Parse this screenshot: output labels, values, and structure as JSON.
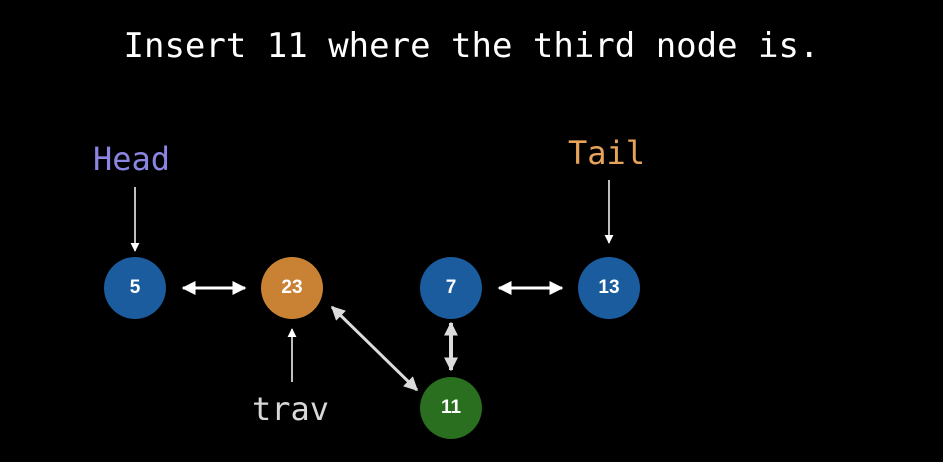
{
  "title": "Insert 11 where the third node is.",
  "labels": {
    "head": "Head",
    "tail": "Tail",
    "trav": "trav"
  },
  "nodes": [
    {
      "id": "n5",
      "value": "5",
      "color": "#1a5c9e"
    },
    {
      "id": "n23",
      "value": "23",
      "color": "#c98233"
    },
    {
      "id": "n7",
      "value": "7",
      "color": "#1a5c9e"
    },
    {
      "id": "n13",
      "value": "13",
      "color": "#1a5c9e"
    },
    {
      "id": "n11",
      "value": "11",
      "color": "#2a6e1f"
    }
  ],
  "colors": {
    "background": "#000000",
    "title": "#ffffff",
    "head": "#8a85e0",
    "tail": "#e7a35a",
    "trav": "#d8d8d8",
    "arrow": "#ffffff",
    "link": "#dcdcdc"
  }
}
